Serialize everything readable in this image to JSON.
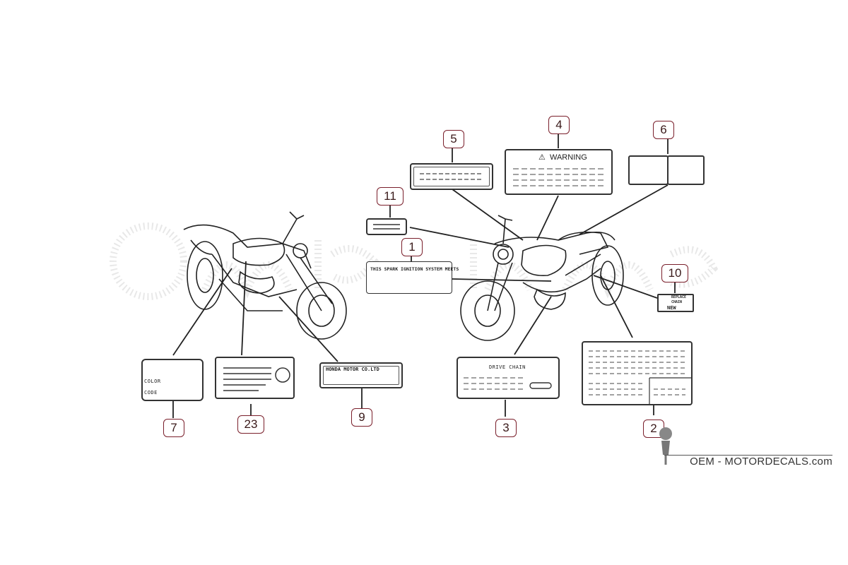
{
  "labels": {
    "n1": "1",
    "n2": "2",
    "n3": "3",
    "n4": "4",
    "n5": "5",
    "n6": "6",
    "n7": "7",
    "n9": "9",
    "n10": "10",
    "n11": "11",
    "n23": "23"
  },
  "decal_text": {
    "spark": "THIS SPARK IGNITION SYSTEM MEETS",
    "warning": "WARNING",
    "drive_chain": "DRIVE CHAIN",
    "replace": "REPLACE",
    "chain": "CHAIN",
    "new": "NEW",
    "honda": "HONDA MOTOR CO.LTD",
    "color": "COLOR",
    "code": "CODE"
  },
  "brand": "OEM - MOTORDECALS.com",
  "colors": {
    "callout_border": "#7a1f2b",
    "line": "#222222"
  },
  "icons": {
    "warning": "warning-triangle-icon",
    "brand": "logo-figure-icon"
  }
}
